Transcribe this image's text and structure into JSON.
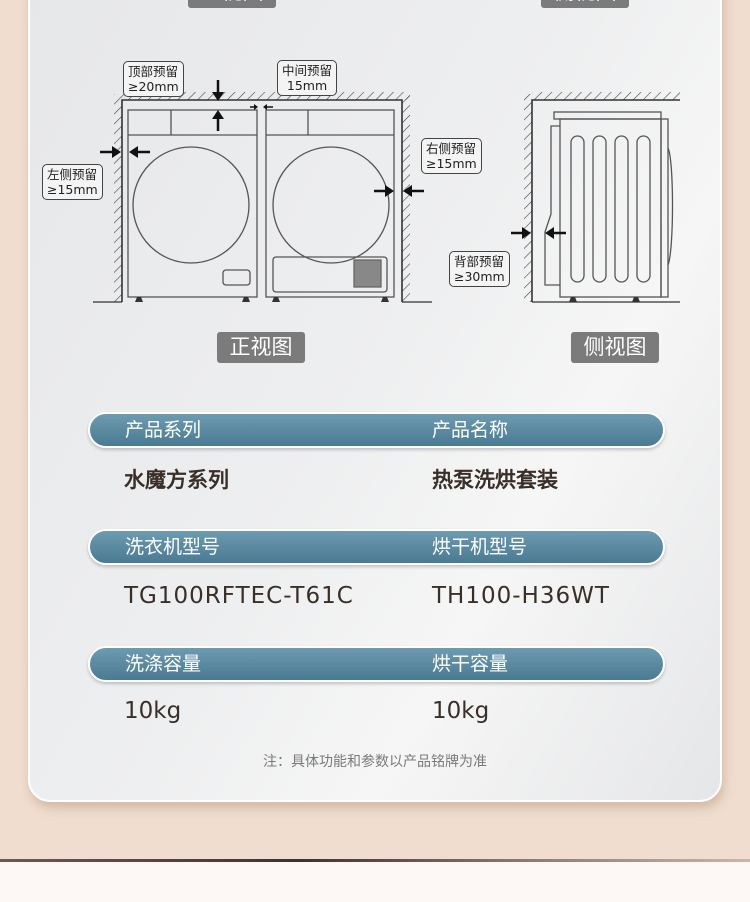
{
  "diagram": {
    "front_view_label": "正视图",
    "side_view_label": "侧视图",
    "callouts": {
      "top": {
        "title": "顶部预留",
        "value": "≥20mm"
      },
      "middle": {
        "title": "中间预留",
        "value": "15mm"
      },
      "left": {
        "title": "左侧预留",
        "value": "≥15mm"
      },
      "right": {
        "title": "右侧预留",
        "value": "≥15mm"
      },
      "back": {
        "title": "背部预留",
        "value": "≥30mm"
      }
    }
  },
  "specs": [
    {
      "h1": "产品系列",
      "h2": "产品名称",
      "v1": "水魔方系列",
      "v2": "热泵洗烘套装"
    },
    {
      "h1": "洗衣机型号",
      "h2": "烘干机型号",
      "v1": "TG100RFTEC-T61C",
      "v2": "TH100-H36WT"
    },
    {
      "h1": "洗涤容量",
      "h2": "烘干容量",
      "v1": "10kg",
      "v2": "10kg"
    }
  ],
  "note": "注：具体功能和参数以产品铭牌为准"
}
